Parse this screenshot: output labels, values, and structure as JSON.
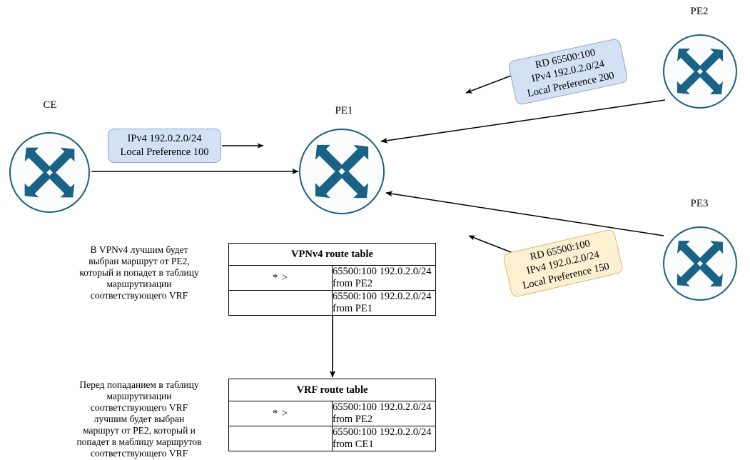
{
  "diagram": {
    "nodes": [
      {
        "id": "ce",
        "label": "CE"
      },
      {
        "id": "pe1",
        "label": "PE1"
      },
      {
        "id": "pe2",
        "label": "PE2"
      },
      {
        "id": "pe3",
        "label": "PE3"
      }
    ],
    "callouts": [
      {
        "id": "ce-advert",
        "color": "#d4e1f5",
        "border": "#8fa8cc",
        "lines": [
          "IPv4 192.0.2.0/24",
          "Local Preference 100"
        ]
      },
      {
        "id": "pe2-advert",
        "color": "#d4e1f5",
        "border": "#8fa8cc",
        "lines": [
          "RD 65500:100",
          "IPv4 192.0.2.0/24",
          "Local Preference 200"
        ]
      },
      {
        "id": "pe3-advert",
        "color": "#fdf0d2",
        "border": "#d8b96a",
        "lines": [
          "RD 65500:100",
          "IPv4 192.0.2.0/24",
          "Local Preference 150"
        ]
      }
    ],
    "tables": [
      {
        "id": "vpnv4",
        "title": "VPNv4 route table",
        "rows": [
          {
            "flag": "* >",
            "route": "65500:100 192.0.2.0/24 from  PE2"
          },
          {
            "flag": "",
            "route": "65500:100 192.0.2.0/24 from  PE1"
          }
        ]
      },
      {
        "id": "vrf",
        "title": "VRF route  table",
        "rows": [
          {
            "flag": "* >",
            "route": "65500:100 192.0.2.0/24 from  PE2"
          },
          {
            "flag": "",
            "route": "65500:100 192.0.2.0/24 from  CE1"
          }
        ]
      }
    ],
    "notes": [
      {
        "id": "vpnv4-note",
        "lines": [
          "В VPNv4 лучшим будет",
          "выбран маршрут от PE2,",
          "который и попадет в таблицу",
          "маршрутизации",
          "соответствующего VRF"
        ]
      },
      {
        "id": "vrf-note",
        "lines": [
          "Перед попаданием в таблицу",
          "маршрутизации",
          "соответствующего VRF",
          "лучшим будет выбран",
          "маршрут от PE2, который и",
          "попадет в маблицу маршрутов",
          "соответствующего VRF"
        ]
      }
    ],
    "colors": {
      "router_stroke": "#1b5f83",
      "router_arrow": "#1b6287",
      "router_fill": "#fbfcfc",
      "edge": "#000000"
    }
  }
}
